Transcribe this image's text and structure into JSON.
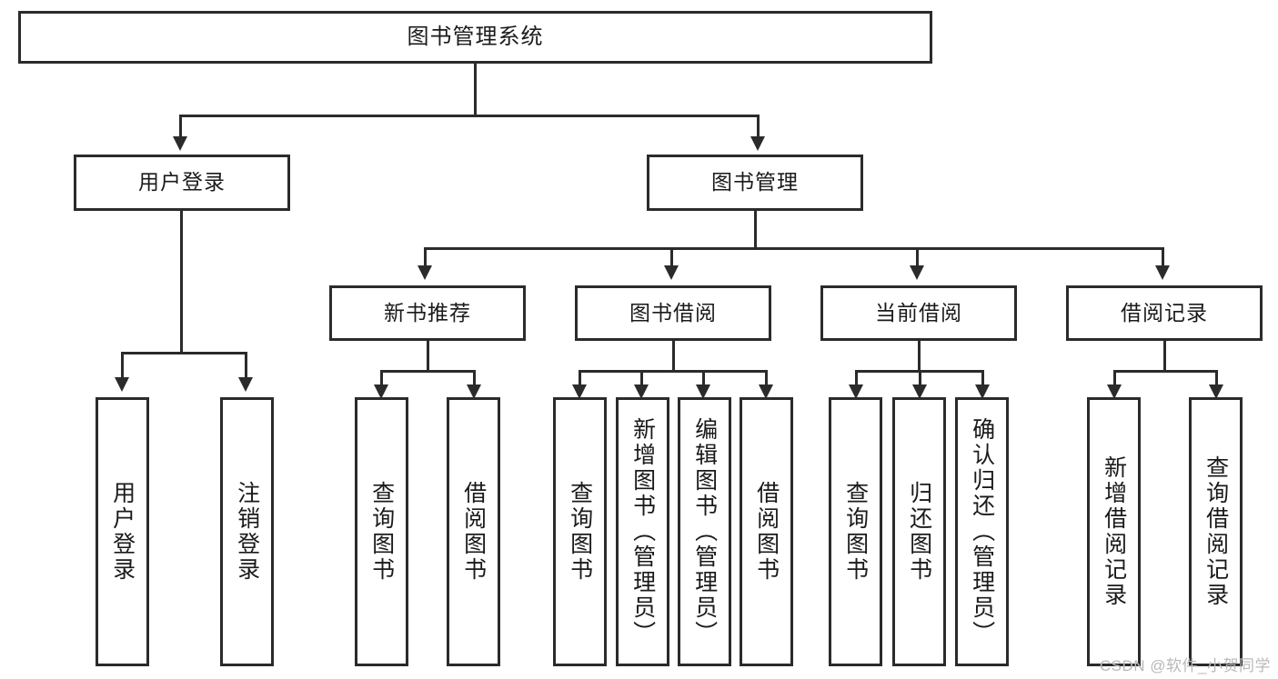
{
  "diagram": {
    "title": "图书管理系统",
    "type": "hierarchy-tree",
    "levels": 4
  },
  "root": {
    "label": "图书管理系统"
  },
  "level2": [
    {
      "label": "用户登录"
    },
    {
      "label": "图书管理"
    }
  ],
  "level3": [
    {
      "label": "新书推荐"
    },
    {
      "label": "图书借阅"
    },
    {
      "label": "当前借阅"
    },
    {
      "label": "借阅记录"
    }
  ],
  "leaves": {
    "user_login": [
      {
        "label": "用户登录"
      },
      {
        "label": "注销登录"
      }
    ],
    "new_book": [
      {
        "label": "查询图书"
      },
      {
        "label": "借阅图书"
      }
    ],
    "book_borrow": [
      {
        "label": "查询图书"
      },
      {
        "label": "新增图书（管理员）"
      },
      {
        "label": "编辑图书（管理员）"
      },
      {
        "label": "借阅图书"
      }
    ],
    "current_borrow": [
      {
        "label": "查询图书"
      },
      {
        "label": "归还图书"
      },
      {
        "label": "确认归还（管理员）"
      }
    ],
    "borrow_record": [
      {
        "label": "新增借阅记录"
      },
      {
        "label": "查询借阅记录"
      }
    ]
  },
  "watermark": {
    "text": "CSDN @软件_小贺同学"
  },
  "colors": {
    "stroke": "#2b2b2b",
    "background": "#ffffff",
    "text": "#1a1a1a",
    "watermark": "#b9b9b9"
  }
}
